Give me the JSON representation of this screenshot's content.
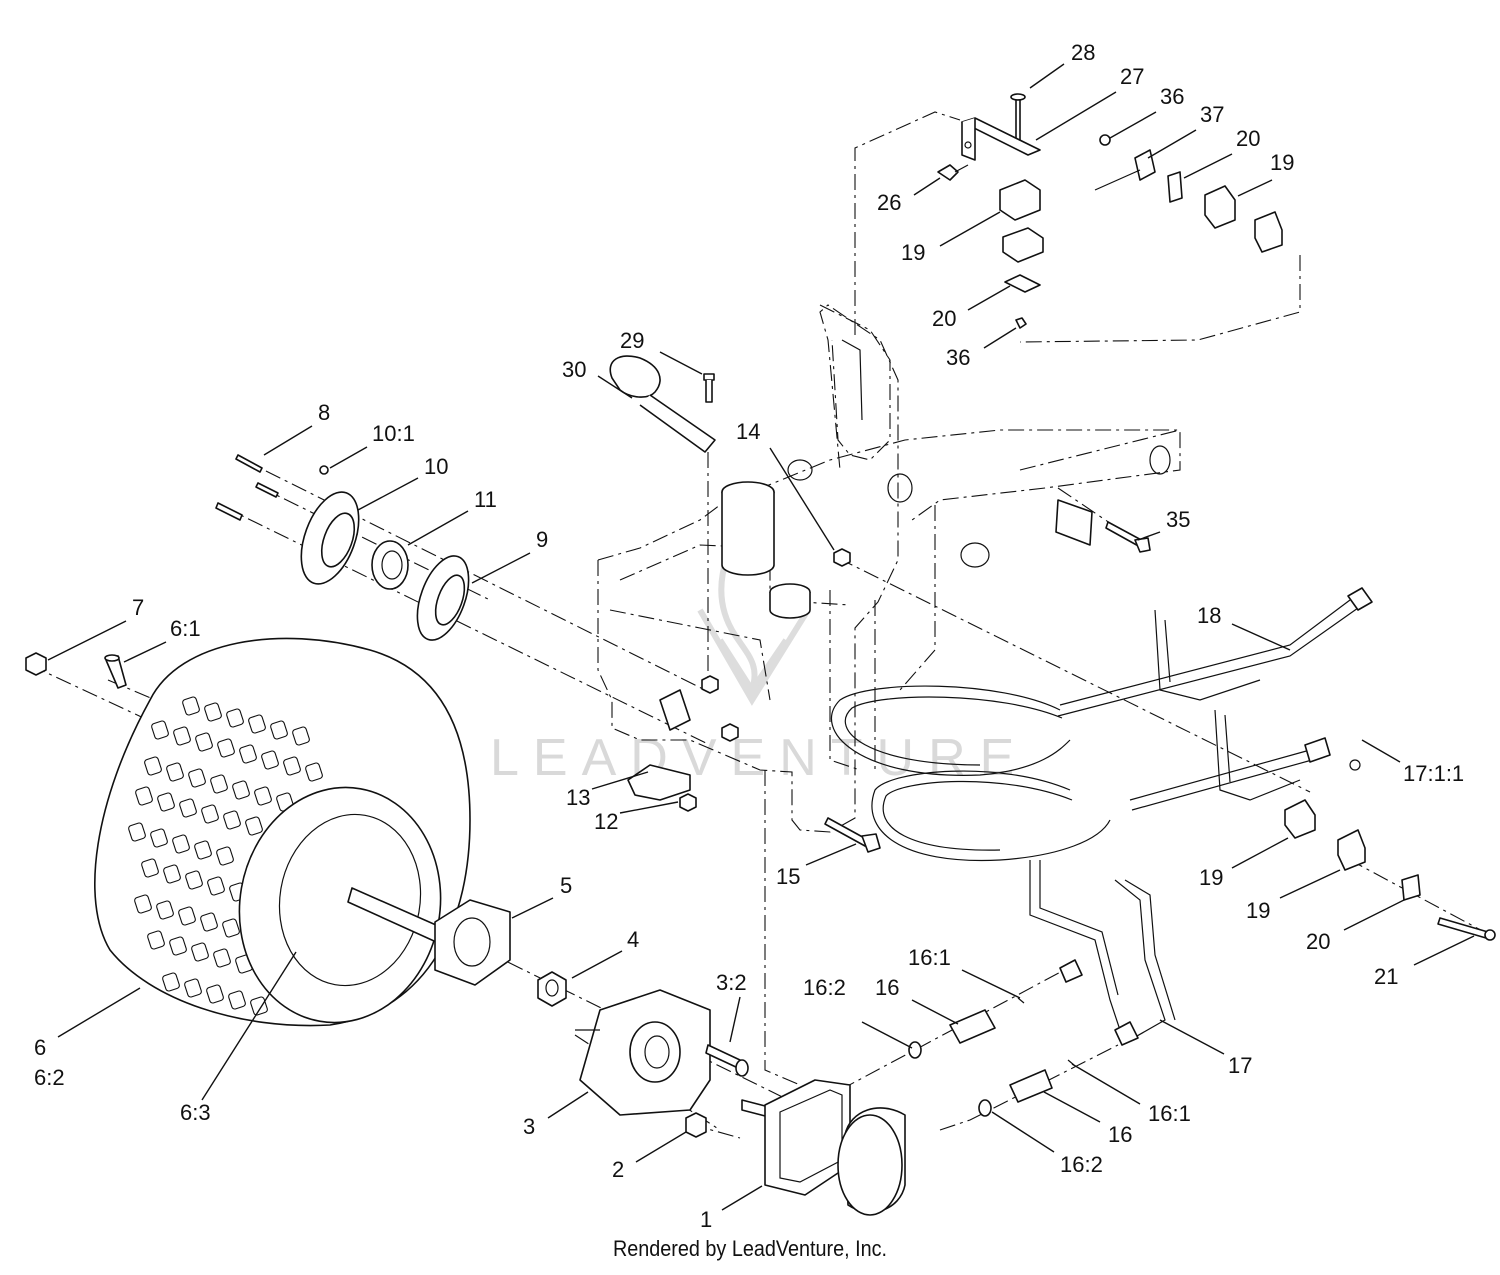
{
  "watermark": {
    "brand": "LEADVENTURE"
  },
  "footer": {
    "text": "Rendered by LeadVenture, Inc."
  },
  "callouts": [
    {
      "id": "1",
      "label": "1"
    },
    {
      "id": "2",
      "label": "2"
    },
    {
      "id": "3",
      "label": "3"
    },
    {
      "id": "3:2",
      "label": "3:2"
    },
    {
      "id": "4",
      "label": "4"
    },
    {
      "id": "5",
      "label": "5"
    },
    {
      "id": "6",
      "label": "6"
    },
    {
      "id": "6:2",
      "label": "6:2"
    },
    {
      "id": "6:1",
      "label": "6:1"
    },
    {
      "id": "6:3",
      "label": "6:3"
    },
    {
      "id": "7",
      "label": "7"
    },
    {
      "id": "8",
      "label": "8"
    },
    {
      "id": "9",
      "label": "9"
    },
    {
      "id": "10",
      "label": "10"
    },
    {
      "id": "10:1",
      "label": "10:1"
    },
    {
      "id": "11",
      "label": "11"
    },
    {
      "id": "12",
      "label": "12"
    },
    {
      "id": "13",
      "label": "13"
    },
    {
      "id": "14",
      "label": "14"
    },
    {
      "id": "15",
      "label": "15"
    },
    {
      "id": "16-upper",
      "label": "16"
    },
    {
      "id": "16:1-upper",
      "label": "16:1"
    },
    {
      "id": "16:2-upper",
      "label": "16:2"
    },
    {
      "id": "16-lower",
      "label": "16"
    },
    {
      "id": "16:1-lower",
      "label": "16:1"
    },
    {
      "id": "16:2-lower",
      "label": "16:2"
    },
    {
      "id": "17",
      "label": "17"
    },
    {
      "id": "17:1:1",
      "label": "17:1:1"
    },
    {
      "id": "18",
      "label": "18"
    },
    {
      "id": "19-top",
      "label": "19"
    },
    {
      "id": "19-mid",
      "label": "19"
    },
    {
      "id": "19-lower-a",
      "label": "19"
    },
    {
      "id": "19-lower-b",
      "label": "19"
    },
    {
      "id": "20-top",
      "label": "20"
    },
    {
      "id": "20-mid",
      "label": "20"
    },
    {
      "id": "20-lower",
      "label": "20"
    },
    {
      "id": "21",
      "label": "21"
    },
    {
      "id": "26",
      "label": "26"
    },
    {
      "id": "27",
      "label": "27"
    },
    {
      "id": "28",
      "label": "28"
    },
    {
      "id": "29",
      "label": "29"
    },
    {
      "id": "30",
      "label": "30"
    },
    {
      "id": "35",
      "label": "35"
    },
    {
      "id": "36-top",
      "label": "36"
    },
    {
      "id": "36-mid",
      "label": "36"
    },
    {
      "id": "37",
      "label": "37"
    }
  ]
}
